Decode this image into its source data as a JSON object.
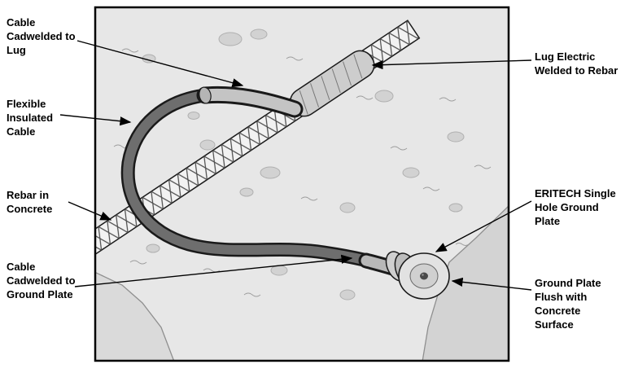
{
  "labels": {
    "cable_cadwelded_to_lug": "Cable Cadwelded to Lug",
    "flexible_insulated_cable": "Flexible Insulated Cable",
    "rebar_in_concrete": "Rebar in Concrete",
    "cable_cadwelded_to_ground_plate": "Cable Cadwelded to Ground Plate",
    "lug_electric_welded_to_rebar": "Lug Electric Welded to Rebar",
    "eritech_single_hole_ground_plate": "ERITECH Single Hole Ground Plate",
    "ground_plate_flush_with_concrete_surface": "Ground Plate Flush with Concrete Surface"
  },
  "colors": {
    "outline": "#000000",
    "concrete": "#e7e7e7",
    "concrete_dark": "#d3d3d3",
    "cable": "#6e6e6e",
    "cadweld_sleeve": "#c4c4c4",
    "rebar": "#f2f2f2",
    "ground_plate": "#e2e2e2"
  }
}
